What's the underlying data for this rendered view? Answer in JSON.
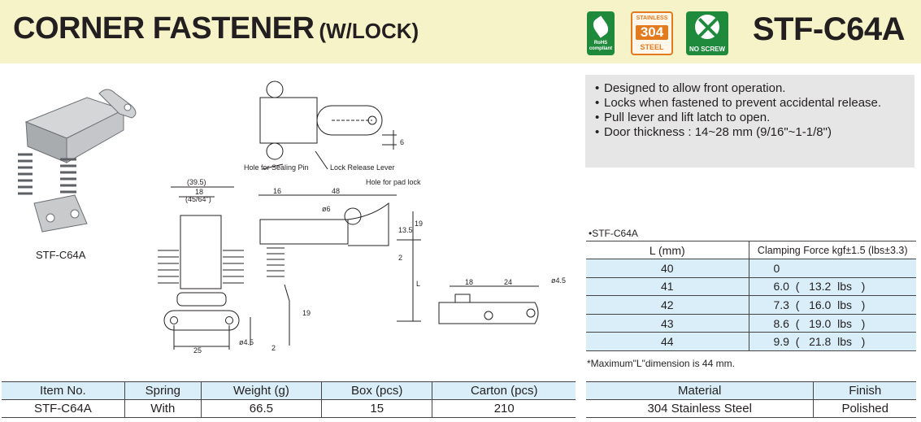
{
  "header": {
    "title": "CORNER FASTENER",
    "title_suffix": "(W/LOCK)",
    "model": "STF-C64A",
    "badges": {
      "rohs": "RoHS compliant",
      "stainless_top": "STAINLESS",
      "stainless_num": "304",
      "stainless_bottom": "STEEL",
      "no_screw": "NO SCREW"
    }
  },
  "photo": {
    "caption": "STF-C64A"
  },
  "drawing": {
    "callouts": {
      "sealing_pin": "Hole for Sealing Pin",
      "lock_release": "Lock Release Lever",
      "pad_lock": "Hole for pad lock"
    },
    "dims": {
      "d39_5": "(39.5)",
      "d18": "18",
      "d45_64": "(45/64\")",
      "d25": "25",
      "d4_5a": "ø4.5",
      "d16": "16",
      "d48": "48",
      "d6dia": "ø6",
      "d13_5": "13.5",
      "d19a": "19",
      "d2a": "2",
      "dL": "L",
      "d19b": "19",
      "d2b": "2",
      "d6": "6",
      "d18b": "18",
      "d24": "24",
      "d4_5b": "ø4.5"
    }
  },
  "features": [
    "Designed to allow front operation.",
    "Locks when fastened to prevent accidental release.",
    "Pull lever and lift latch to open.",
    "Door thickness : 14~28 mm (9/16\"~1-1/8\")"
  ],
  "spec": {
    "label": "•STF-C64A",
    "headers": [
      "L (mm)",
      "Clamping Force kgf±1.5 (lbs±3.3)"
    ],
    "rows": [
      {
        "l": "40",
        "force": "0"
      },
      {
        "l": "41",
        "force": "6.0  (   13.2  lbs   )"
      },
      {
        "l": "42",
        "force": "7.3  (   16.0  lbs   )"
      },
      {
        "l": "43",
        "force": "8.6  (   19.0  lbs   )"
      },
      {
        "l": "44",
        "force": "9.9  (   21.8  lbs   )"
      }
    ],
    "note": "*Maximum\"L\"dimension is 44 mm."
  },
  "order": {
    "headers": [
      "Item No.",
      "Spring",
      "Weight (g)",
      "Box (pcs)",
      "Carton (pcs)"
    ],
    "row": [
      "STF-C64A",
      "With",
      "66.5",
      "15",
      "210"
    ]
  },
  "material": {
    "headers": [
      "Material",
      "Finish"
    ],
    "row": [
      "304 Stainless Steel",
      "Polished"
    ]
  },
  "colors": {
    "header_bg": "#f6f3c9",
    "table_head_bg": "#d9eef8",
    "features_bg": "#e6e6e6",
    "rohs_green": "#1f8a3c",
    "stainless_orange": "#e37a1e"
  }
}
